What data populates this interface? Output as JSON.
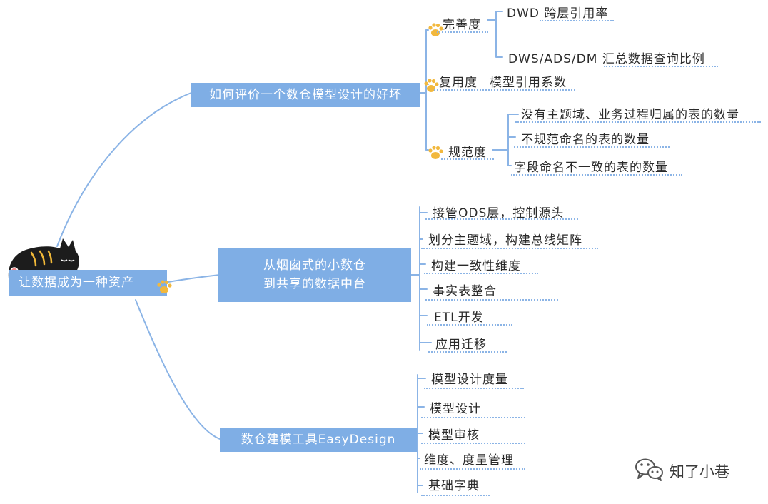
{
  "root": {
    "label": "让数据成为一种资产"
  },
  "branches": [
    {
      "label": "如何评价一个数仓模型设计的好坏",
      "subs": [
        {
          "label": "完善度",
          "items": [
            "DWD 跨层引用率",
            "DWS/ADS/DM 汇总数据查询比例"
          ]
        },
        {
          "label": "复用度",
          "items": [
            "模型引用系数"
          ]
        },
        {
          "label": "规范度",
          "items": [
            "没有主题域、业务过程归属的表的数量",
            "不规范命名的表的数量",
            "字段命名不一致的表的数量"
          ]
        }
      ]
    },
    {
      "label": "从烟囱式的小数仓\n到共享的数据中台",
      "items": [
        "接管ODS层，控制源头",
        "划分主题域，构建总线矩阵",
        "构建一致性维度",
        "事实表整合",
        "ETL开发",
        "应用迁移"
      ]
    },
    {
      "label": "数仓建模工具EasyDesign",
      "items": [
        "模型设计度量",
        "模型设计",
        "模型审核",
        "维度、度量管理",
        "基础字典"
      ]
    }
  ],
  "watermark": "知了小巷",
  "icons": {
    "mascot": "black-cat-icon",
    "paw": "paw-icon",
    "watermark": "wechat-icon"
  },
  "colors": {
    "box": "#7faee5",
    "line": "#8bb4e6",
    "paw": "#f2b83d",
    "text": "#2a2a2a"
  }
}
